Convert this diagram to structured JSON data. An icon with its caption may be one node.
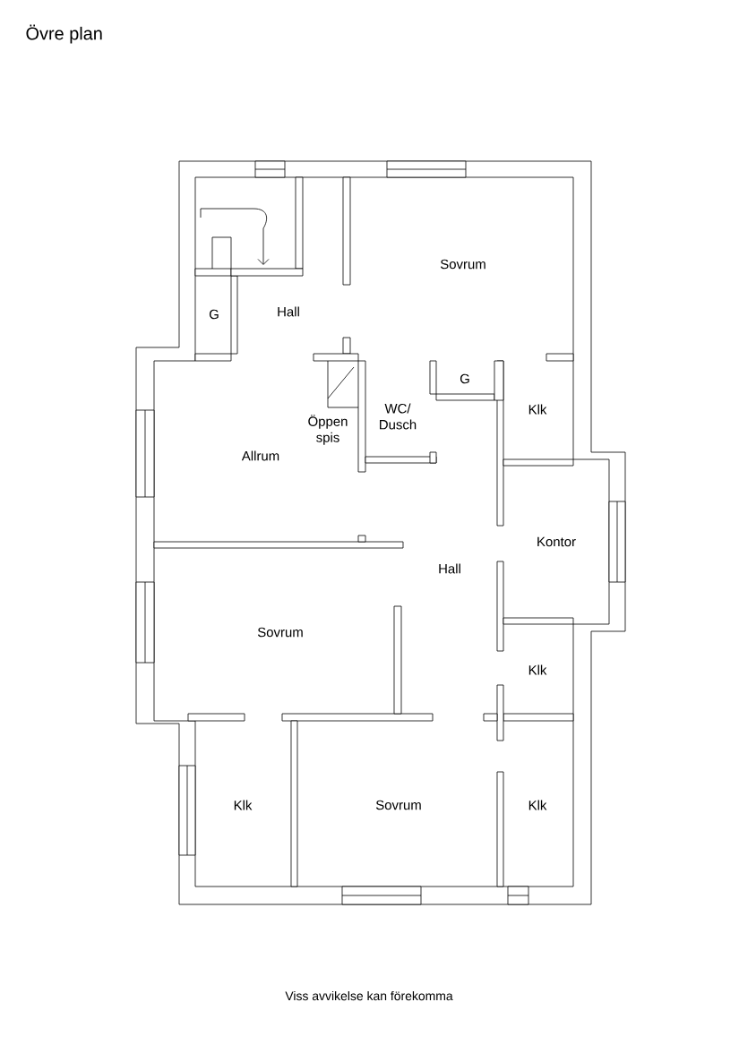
{
  "diagram": {
    "title": "Övre plan",
    "caption": "Viss avvikelse kan förekomma",
    "labels": [
      "Sovrum",
      "Hall",
      "G",
      "G",
      "Klk",
      "WC/ Dusch",
      "Öppen spis",
      "Allrum",
      "Kontor",
      "Hall",
      "Sovrum",
      "Klk",
      "Klk",
      "Sovrum",
      "Klk"
    ]
  }
}
